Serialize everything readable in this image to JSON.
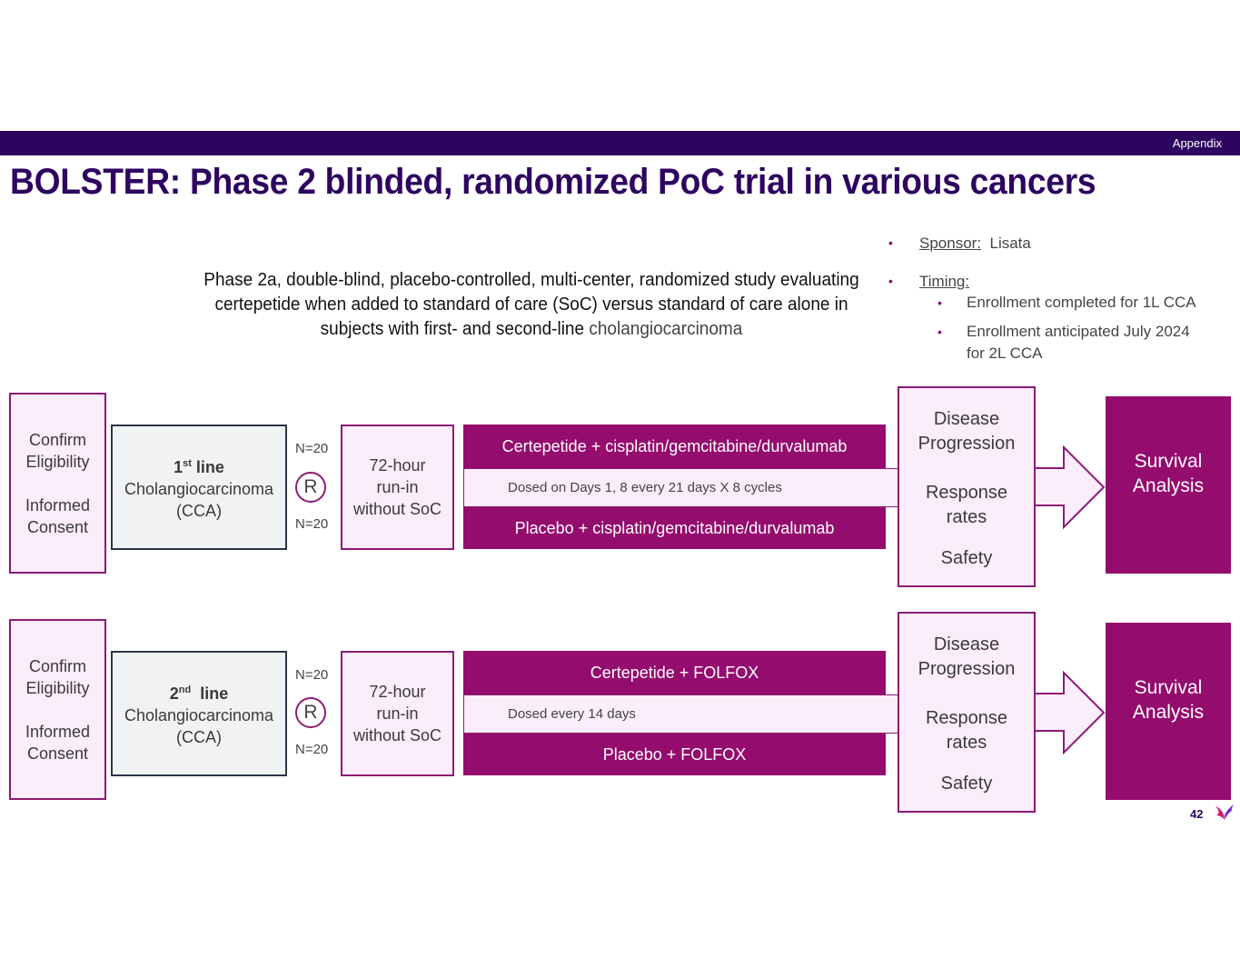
{
  "header": {
    "section_label": "Appendix",
    "title": "BOLSTER: Phase 2 blinded, randomized PoC trial in various cancers"
  },
  "subtitle": {
    "main": "Phase 2a, double-blind, placebo-controlled, multi-center, randomized study evaluating certepetide when added to standard of care (SoC) versus standard of care alone in subjects with first- and second-line ",
    "tail": "cholangiocarcinoma"
  },
  "info": {
    "sponsor_label": "Sponsor:",
    "sponsor_value": "Lisata",
    "timing_label": "Timing:",
    "timing_items": [
      "Enrollment completed for 1L CCA",
      "Enrollment anticipated July 2024",
      "for 2L CCA"
    ]
  },
  "rows": [
    {
      "eligibility": [
        "Confirm",
        "Eligibility",
        "Informed",
        "Consent"
      ],
      "line_num": "1",
      "line_sup": "st",
      "line_word": " line",
      "disease": "Cholangiocarcinoma",
      "disease_abbr": "(CCA)",
      "n_top": "N=20",
      "n_bottom": "N=20",
      "randomize": "R",
      "runin": [
        "72-hour",
        "run-in",
        "without SoC"
      ],
      "arm_treat": "Certepetide + cisplatin/gemcitabine/durvalumab",
      "dosing": "Dosed on Days 1, 8 every 21 days X 8 cycles",
      "arm_placebo": "Placebo + cisplatin/gemcitabine/durvalumab",
      "endpoints": [
        "Disease",
        "Progression",
        "Response",
        "rates",
        "Safety"
      ],
      "final": [
        "Survival",
        "Analysis"
      ]
    },
    {
      "eligibility": [
        "Confirm",
        "Eligibility",
        "Informed",
        "Consent"
      ],
      "line_num": "2",
      "line_sup": "nd",
      "line_word": "  line",
      "disease": "Cholangiocarcinoma",
      "disease_abbr": "(CCA)",
      "n_top": "N=20",
      "n_bottom": "N=20",
      "randomize": "R",
      "runin": [
        "72-hour",
        "run-in",
        "without SoC"
      ],
      "arm_treat": "Certepetide + FOLFOX",
      "dosing": "Dosed every 14 days",
      "arm_placebo": "Placebo + FOLFOX",
      "endpoints": [
        "Disease",
        "Progression",
        "Response",
        "rates",
        "Safety"
      ],
      "final": [
        "Survival",
        "Analysis"
      ]
    }
  ],
  "footer": {
    "page_number": "42",
    "logo": "butterfly-logo-icon"
  },
  "colors": {
    "brand_dark": "#2d0460",
    "magenta": "#940c6e",
    "pink_fill": "#fcedfb"
  }
}
